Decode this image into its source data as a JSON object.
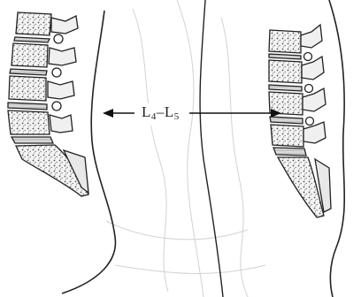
{
  "label": {
    "left_main": "L",
    "left_sub": "4",
    "dash": "–",
    "right_main": "L",
    "right_sub": "5"
  }
}
